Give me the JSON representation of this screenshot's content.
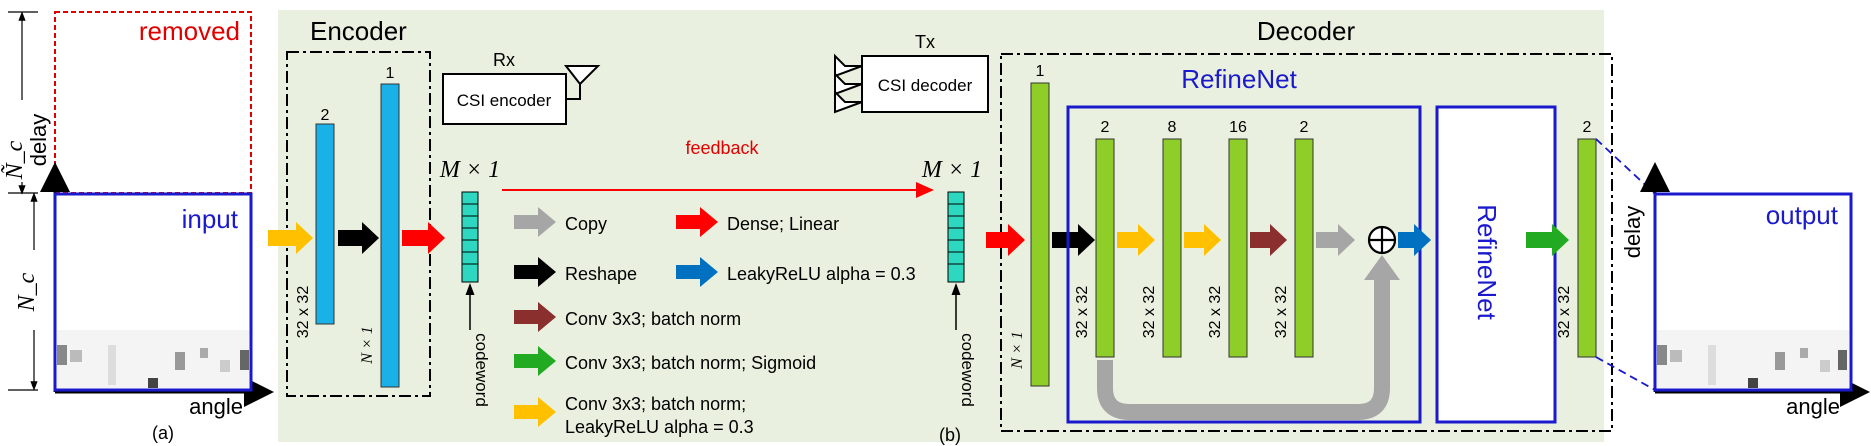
{
  "panel_a": {
    "removed": "removed",
    "input": "input",
    "angle": "angle",
    "delay": "delay",
    "nc_tilde": "Ñ_c",
    "nc": "N_c",
    "label": "(a)"
  },
  "panel_b": {
    "label": "(b)",
    "encoder_title": "Encoder",
    "decoder_title": "Decoder",
    "rx_label": "Rx",
    "tx_label": "Tx",
    "csi_encoder": "CSI encoder",
    "csi_decoder": "CSI decoder",
    "feedback": "feedback",
    "m_by_1_left": "M × 1",
    "m_by_1_right": "M × 1",
    "codeword_left": "codeword",
    "codeword_right": "codeword",
    "encoder": {
      "bar_a_channels": "2",
      "bar_a_size": "32 x 32",
      "bar_b_channels": "1",
      "bar_b_size": "N × 1"
    },
    "decoder": {
      "bar_in_channels": "1",
      "bar_in_size": "N × 1",
      "refinenet_title": "RefineNet",
      "refine_bars": [
        {
          "channels": "2",
          "size": "32 x 32"
        },
        {
          "channels": "8",
          "size": "32 x 32"
        },
        {
          "channels": "16",
          "size": "32 x 32"
        },
        {
          "channels": "2",
          "size": "32 x 32"
        }
      ],
      "refinenet_block": "RefineNet",
      "out_channels": "2",
      "out_size": "32 x 32"
    },
    "legend": [
      {
        "text": "Copy",
        "color": "#a6a6a6"
      },
      {
        "text": "Dense; Linear",
        "color": "#ff0000"
      },
      {
        "text": "Reshape",
        "color": "#000000"
      },
      {
        "text": "LeakyReLU alpha = 0.3",
        "color": "#0070c0"
      },
      {
        "text": "Conv 3x3; batch norm",
        "color": "#8b2e2e"
      },
      {
        "text": "Conv 3x3; batch norm; Sigmoid",
        "color": "#22aa22"
      },
      {
        "text": "Conv 3x3; batch norm;",
        "text2": "LeakyReLU alpha = 0.3",
        "color": "#ffc000"
      }
    ]
  },
  "panel_output": {
    "output": "output",
    "angle": "angle",
    "delay": "delay"
  }
}
